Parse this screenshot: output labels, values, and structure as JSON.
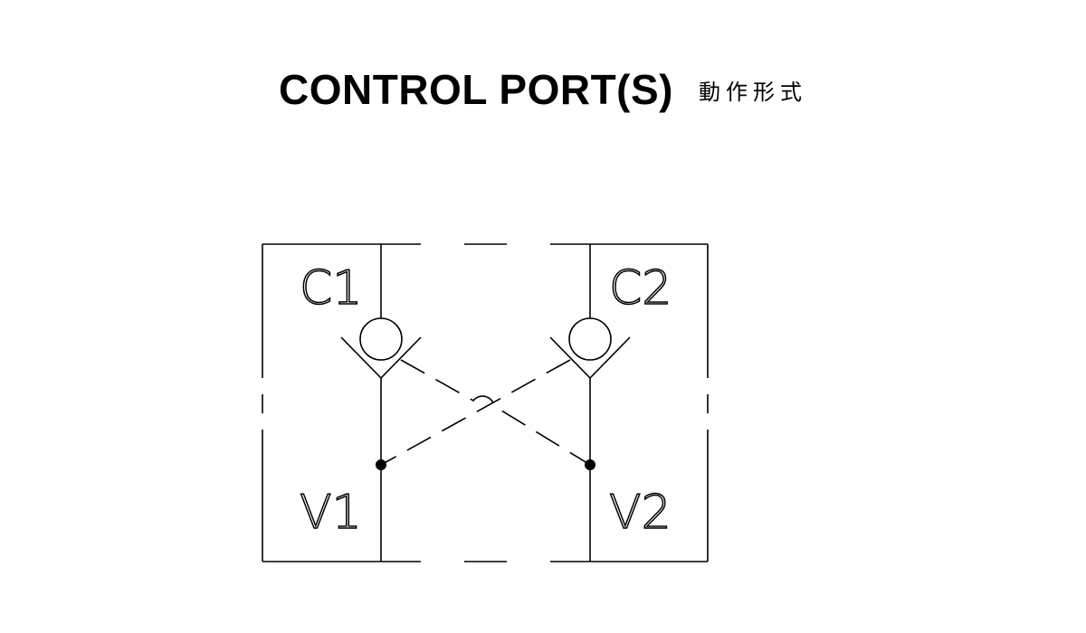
{
  "title": {
    "main": "CONTROL PORT(S)",
    "sub": "動作形式"
  },
  "ports": {
    "c1": "C1",
    "c2": "C2",
    "v1": "V1",
    "v2": "V2"
  },
  "colors": {
    "line": "#000000",
    "background": "#ffffff"
  }
}
